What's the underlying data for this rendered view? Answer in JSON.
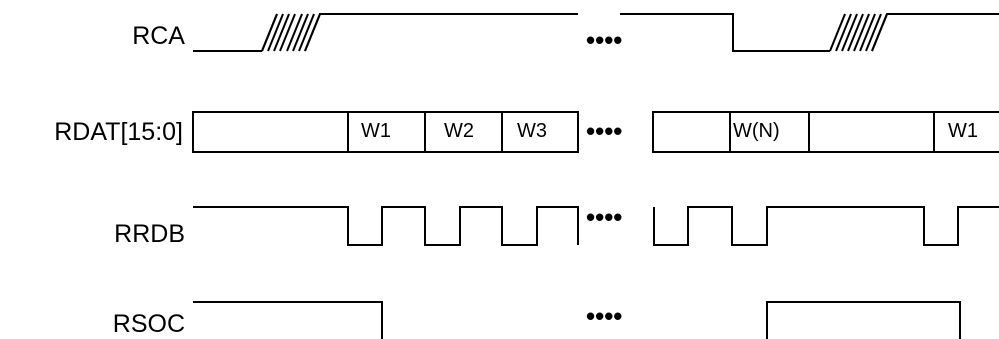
{
  "signals": {
    "rca": "RCA",
    "rdat": "RDAT[15:0]",
    "rrdb": "RRDB",
    "rsoc": "RSOC"
  },
  "words": {
    "w1": "W1",
    "w2": "W2",
    "w3": "W3",
    "wn": "W(N)",
    "w1_next": "W1"
  },
  "break_marker": "••••"
}
